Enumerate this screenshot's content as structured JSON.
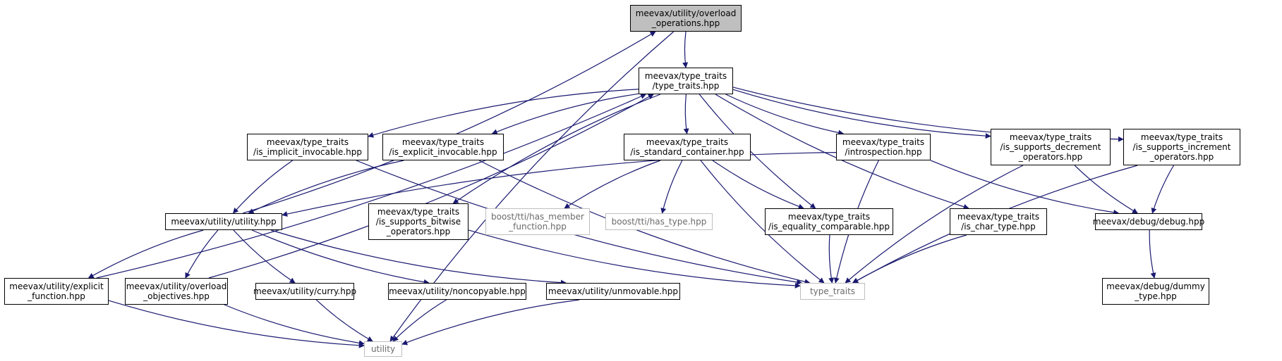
{
  "colors": {
    "edge": "#191970",
    "root_fill": "#bfbfbf",
    "node_border": "#000000",
    "external_border": "#bfbfbf",
    "external_text": "#6b6b6b"
  },
  "nodes": {
    "overload_operations": "meevax/utility/overload\n_operations.hpp",
    "type_traits_hpp": "meevax/type_traits\n/type_traits.hpp",
    "is_implicit_invocable": "meevax/type_traits\n/is_implicit_invocable.hpp",
    "is_explicit_invocable": "meevax/type_traits\n/is_explicit_invocable.hpp",
    "is_standard_container": "meevax/type_traits\n/is_standard_container.hpp",
    "introspection": "meevax/type_traits\n/introspection.hpp",
    "is_supports_decrement": "meevax/type_traits\n/is_supports_decrement\n_operators.hpp",
    "is_supports_increment": "meevax/type_traits\n/is_supports_increment\n_operators.hpp",
    "utility_hpp": "meevax/utility/utility.hpp",
    "is_supports_bitwise": "meevax/type_traits\n/is_supports_bitwise\n_operators.hpp",
    "has_member_function": "boost/tti/has_member\n_function.hpp",
    "has_type": "boost/tti/has_type.hpp",
    "is_equality_comparable": "meevax/type_traits\n/is_equality_comparable.hpp",
    "is_char_type": "meevax/type_traits\n/is_char_type.hpp",
    "debug_hpp": "meevax/debug/debug.hpp",
    "explicit_function": "meevax/utility/explicit\n_function.hpp",
    "overload_objectives": "meevax/utility/overload\n_objectives.hpp",
    "curry": "meevax/utility/curry.hpp",
    "noncopyable": "meevax/utility/noncopyable.hpp",
    "unmovable": "meevax/utility/unmovable.hpp",
    "type_traits_std": "type_traits",
    "dummy_type": "meevax/debug/dummy\n_type.hpp",
    "utility_std": "utility"
  },
  "edges": [
    [
      "overload_operations",
      "type_traits_hpp"
    ],
    [
      "overload_operations",
      "utility_std"
    ],
    [
      "type_traits_hpp",
      "is_implicit_invocable"
    ],
    [
      "type_traits_hpp",
      "is_explicit_invocable"
    ],
    [
      "type_traits_hpp",
      "is_standard_container"
    ],
    [
      "type_traits_hpp",
      "introspection"
    ],
    [
      "type_traits_hpp",
      "is_supports_decrement"
    ],
    [
      "type_traits_hpp",
      "is_supports_increment"
    ],
    [
      "type_traits_hpp",
      "is_supports_bitwise"
    ],
    [
      "type_traits_hpp",
      "is_equality_comparable"
    ],
    [
      "type_traits_hpp",
      "is_char_type"
    ],
    [
      "is_implicit_invocable",
      "utility_hpp"
    ],
    [
      "is_implicit_invocable",
      "type_traits_std"
    ],
    [
      "is_explicit_invocable",
      "utility_hpp"
    ],
    [
      "is_explicit_invocable",
      "type_traits_std"
    ],
    [
      "is_standard_container",
      "has_member_function"
    ],
    [
      "is_standard_container",
      "has_type"
    ],
    [
      "is_standard_container",
      "is_equality_comparable"
    ],
    [
      "is_standard_container",
      "type_traits_std"
    ],
    [
      "introspection",
      "utility_hpp"
    ],
    [
      "introspection",
      "type_traits_std"
    ],
    [
      "introspection",
      "debug_hpp"
    ],
    [
      "is_supports_decrement",
      "debug_hpp"
    ],
    [
      "is_supports_decrement",
      "type_traits_std"
    ],
    [
      "is_supports_increment",
      "debug_hpp"
    ],
    [
      "is_supports_increment",
      "type_traits_std"
    ],
    [
      "utility_hpp",
      "overload_operations"
    ],
    [
      "utility_hpp",
      "explicit_function"
    ],
    [
      "utility_hpp",
      "overload_objectives"
    ],
    [
      "utility_hpp",
      "curry"
    ],
    [
      "utility_hpp",
      "noncopyable"
    ],
    [
      "utility_hpp",
      "unmovable"
    ],
    [
      "explicit_function",
      "type_traits_hpp"
    ],
    [
      "overload_objectives",
      "type_traits_hpp"
    ],
    [
      "is_supports_bitwise",
      "type_traits_std"
    ],
    [
      "is_equality_comparable",
      "type_traits_std"
    ],
    [
      "is_char_type",
      "type_traits_std"
    ],
    [
      "debug_hpp",
      "dummy_type"
    ],
    [
      "explicit_function",
      "utility_std"
    ],
    [
      "overload_objectives",
      "utility_std"
    ],
    [
      "curry",
      "utility_std"
    ],
    [
      "noncopyable",
      "utility_std"
    ],
    [
      "unmovable",
      "utility_std"
    ]
  ]
}
